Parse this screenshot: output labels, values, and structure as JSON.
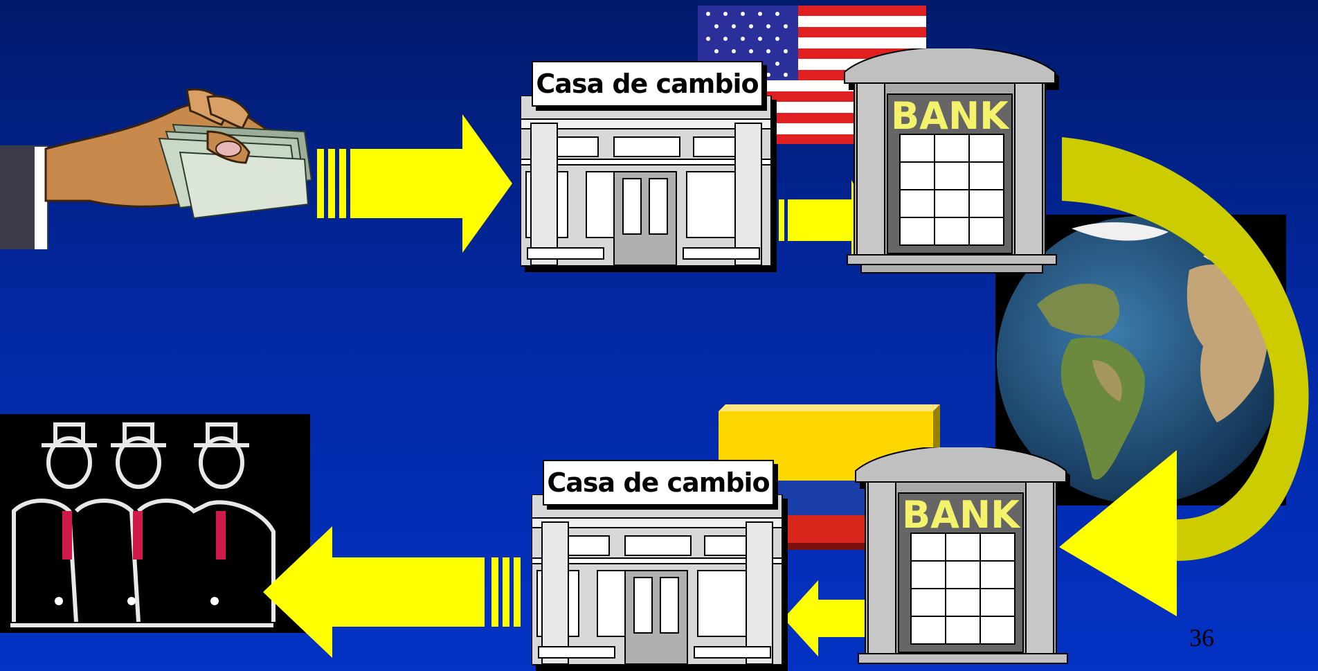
{
  "slide": {
    "background_top": "#011a6b",
    "background_bottom": "#0332c4",
    "page_number": "36"
  },
  "exchange_top": {
    "label": "Casa de cambio"
  },
  "exchange_bottom": {
    "label": "Casa de cambio"
  },
  "bank_top": {
    "label": "BANK"
  },
  "bank_bottom": {
    "label": "BANK"
  },
  "colors": {
    "arrow": "#ffff00",
    "curved_arrow": "#cccc00",
    "bank_text": "#f4f26a"
  },
  "icons": [
    "hand-with-money-icon",
    "us-flag-icon",
    "colombia-flag-icon",
    "globe-icon",
    "gangsters-icon",
    "storefront-icon",
    "bank-building-icon"
  ]
}
